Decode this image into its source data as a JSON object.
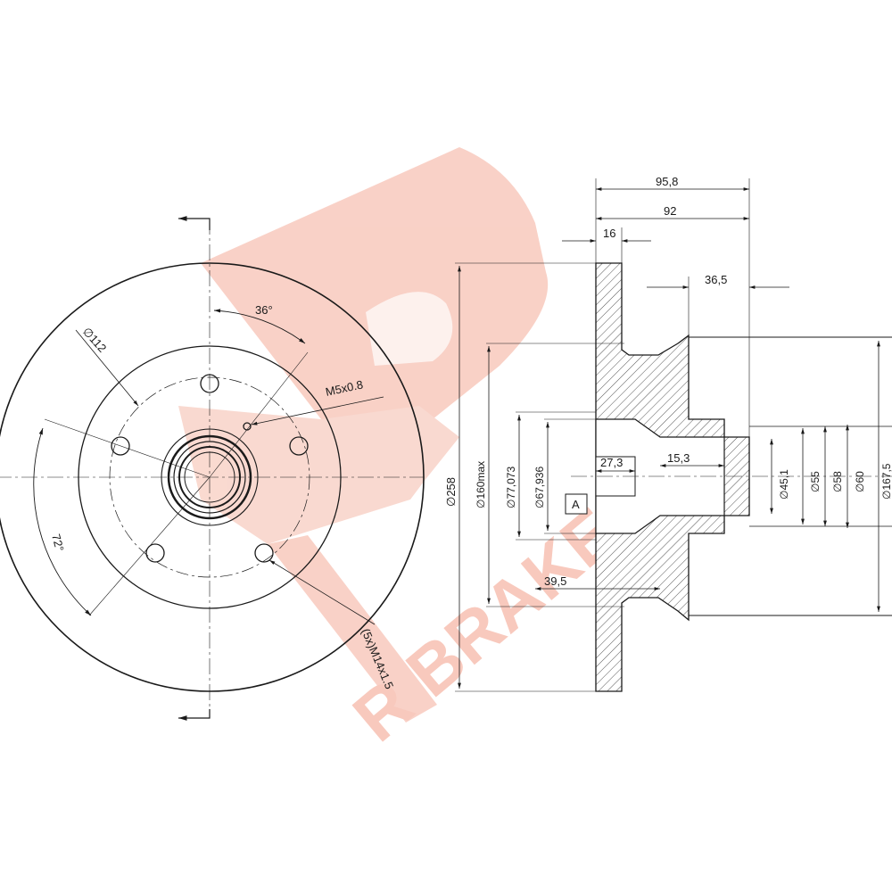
{
  "watermark": {
    "text": "R BRAKE",
    "color": "#f8c9bd"
  },
  "front_view": {
    "pcd_label": "∅112",
    "angle_36_label": "36°",
    "angle_72_label": "72°",
    "thread_small_label": "M5x0.8",
    "bolt_label": "(5x)M14x1.5"
  },
  "section_view": {
    "width_overall": "95,8",
    "width_92": "92",
    "thickness_16": "16",
    "hub_36_5": "36,5",
    "dim_27_3": "27,3",
    "dim_15_3": "15,3",
    "dim_39_5": "39,5",
    "dia_258": "∅258",
    "dia_160max": "∅160max",
    "dia_77_073": "∅77,073",
    "dia_67_936": "∅67,936",
    "dia_45_1": "∅45,1",
    "dia_55": "∅55",
    "dia_58": "∅58",
    "dia_60": "∅60",
    "dia_167_5": "∅167,5",
    "datum": "A"
  }
}
